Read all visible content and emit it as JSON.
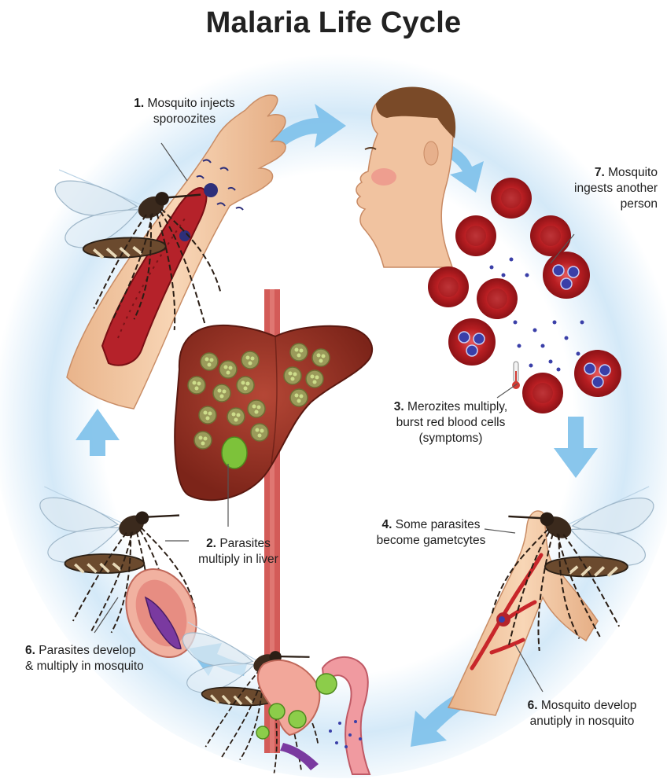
{
  "title": "Malaria Life Cycle",
  "steps": [
    {
      "num": "1.",
      "text": "Mosquito injects\nsporoozites"
    },
    {
      "num": "2.",
      "text": "Parasites\nmultiply in liver"
    },
    {
      "num": "3.",
      "text": "Merozites multiply,\nburst red blood cells\n(symptoms)"
    },
    {
      "num": "4.",
      "text": "Some parasites\nbecome gametcytes"
    },
    {
      "num": "6.",
      "text": "Parasites develop\n& multiply in mosquito"
    },
    {
      "num": "6.",
      "text": "Mosquito develop\nanutiply in nosquito"
    },
    {
      "num": "7.",
      "text": "Mosquito\ningests another\nperson"
    }
  ],
  "colors": {
    "cycle_glow": "#cfe6f7",
    "arrow": "#7cc0ea",
    "blood_red": "#c8262a",
    "liver": "#8e2e22",
    "skin": "#f3c6a0",
    "parasite_blue": "#3a3fa8"
  },
  "icons": [
    "mosquito-icon",
    "red-blood-cell-icon",
    "liver-icon",
    "human-head-icon",
    "arm-icon",
    "mosquito-gut-icon"
  ]
}
